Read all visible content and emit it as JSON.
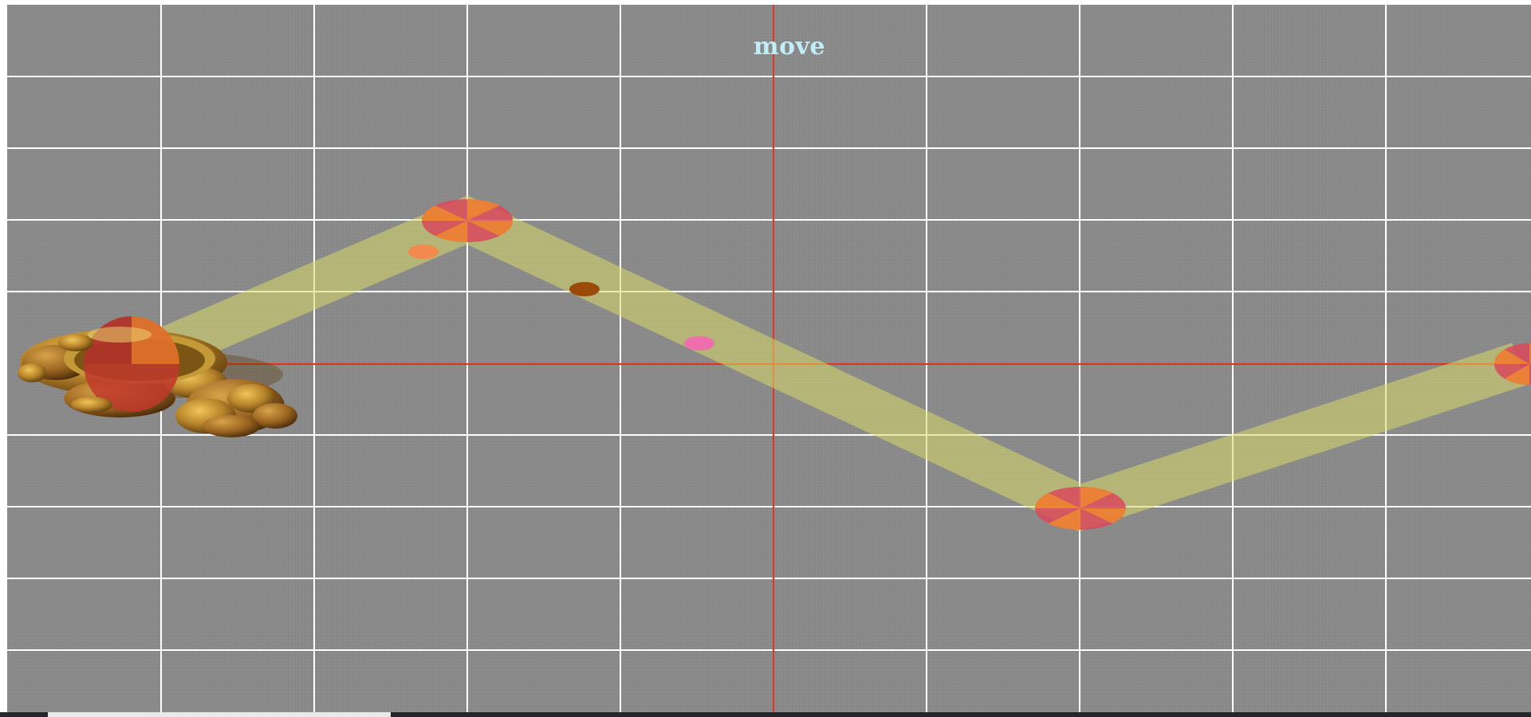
{
  "game": {
    "mode_label": "move",
    "colors": {
      "background": "#8a8a8a",
      "grid_line": "#ffffff",
      "axis_line": "#e8301d",
      "mode_label": "#bfeef8",
      "path_band": "#d8d868",
      "waypoint_outer": "#d9485a",
      "waypoint_inner": "#f0902a",
      "unit_body": "#b07a22",
      "unit_core": "#c0382a"
    },
    "path_waypoint_count": 4,
    "unit": {
      "name": "golden-blob-creature"
    },
    "trail_dots": [
      {
        "color": "#f28a4e"
      },
      {
        "color": "#9c4a0a"
      },
      {
        "color": "#ef6fae"
      }
    ]
  }
}
